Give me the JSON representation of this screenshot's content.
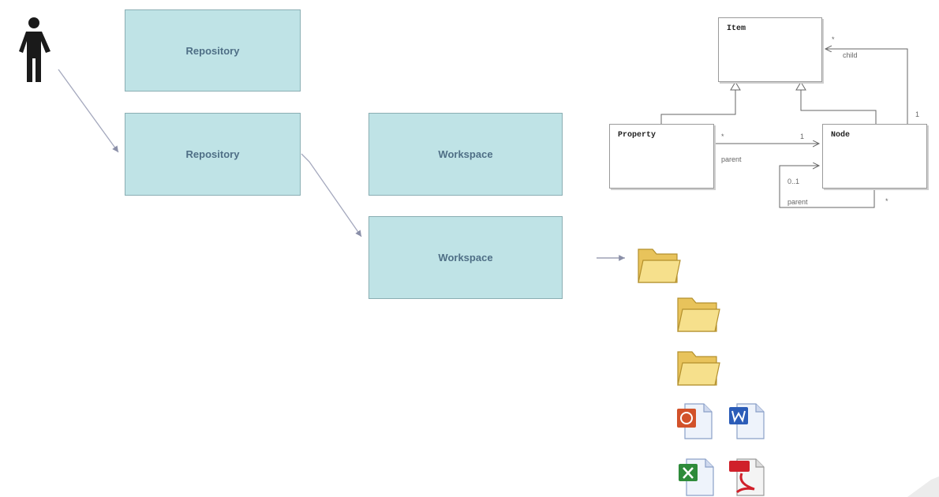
{
  "diagram": {
    "boxes": {
      "repo_top": "Repository",
      "repo_selected": "Repository",
      "workspace_top": "Workspace",
      "workspace_selected": "Workspace"
    },
    "uml": {
      "item": "Item",
      "property": "Property",
      "node": "Node",
      "labels": {
        "child": "child",
        "child_mult": "*",
        "node_to_item_mult": "1",
        "prop_mult": "*",
        "node_mult": "1",
        "prop_parent": "parent",
        "self_mult": "0..1",
        "self_parent": "parent",
        "self_star": "*"
      }
    },
    "icons": [
      "person-icon",
      "folder-icon",
      "folder-icon",
      "folder-icon",
      "powerpoint-file-icon",
      "word-file-icon",
      "excel-file-icon",
      "pdf-file-icon"
    ]
  }
}
